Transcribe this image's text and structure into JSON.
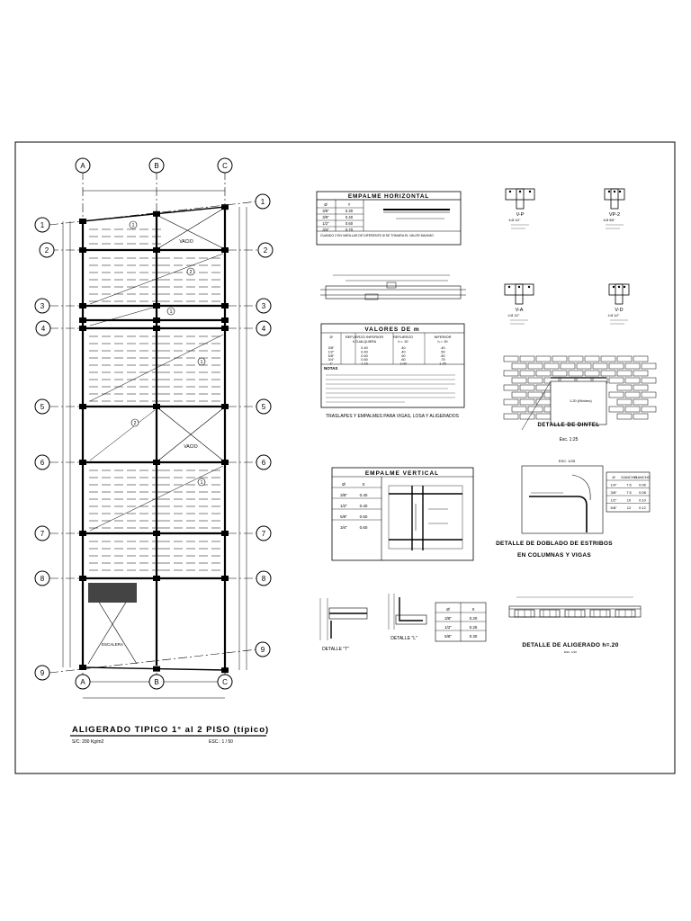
{
  "grid": {
    "columns": [
      "A",
      "B",
      "C"
    ],
    "rows": [
      "1",
      "2",
      "3",
      "4",
      "5",
      "6",
      "7",
      "8",
      "9"
    ]
  },
  "plan": {
    "title": "ALIGERADO TIPICO 1° al 2 PISO (típico)",
    "subtitle": "S/C: 200 Kg/m2",
    "scale": "ESC.: 1 / 50",
    "void_label": "VACIO",
    "stair_label": "ESCALERA",
    "callout_marks": [
      "1",
      "2",
      "1",
      "1",
      "2",
      "1"
    ]
  },
  "splice_horizontal": {
    "title": "EMPALME HORIZONTAL",
    "headers": [
      "Ø",
      "Y"
    ],
    "rows": [
      [
        "3/8\"",
        "0.30"
      ],
      [
        "3/8\"",
        "0.40"
      ],
      [
        "1/2\"",
        "0.60"
      ],
      [
        "3/4\"",
        "0.70"
      ]
    ],
    "note": "CUANDO 2 EN VARILLAS DE DIFERENTE Ø SE TOMARA EL VALOR MAXIMO"
  },
  "m_values": {
    "title": "VALORES DE m",
    "headers": [
      "Ø",
      "REFUERZO INFERIOR",
      "REFUERZO",
      "INFERIOR"
    ],
    "subheaders": [
      "",
      "h CUALQUIERA",
      "h < .30",
      "h > .30"
    ],
    "rows": [
      [
        "3/8\"",
        "0.40",
        ".40",
        ".40"
      ],
      [
        "1/2\"",
        "0.40",
        ".40",
        ".50"
      ],
      [
        "5/8\"",
        "0.50",
        ".50",
        ".60"
      ],
      [
        "3/4\"",
        "0.60",
        ".60",
        ".75"
      ],
      [
        "1\"",
        "1.15",
        "1.00",
        "1.25"
      ]
    ],
    "notes_title": "NOTAS",
    "caption": "TRASLAPES Y EMPALMES PARA VIGAS, LOSA Y ALIGERADOS"
  },
  "beams": [
    {
      "name": "V-P",
      "bar": "6 Ø 1/2\""
    },
    {
      "name": "VP-2",
      "bar": "6 Ø 5/8\""
    },
    {
      "name": "V-A",
      "bar": "4 Ø 1/2\""
    },
    {
      "name": "V-D",
      "bar": "4 Ø 1/2\""
    }
  ],
  "lintel": {
    "title": "DETALLE DE DINTEL",
    "scale": "Esc. 1:25"
  },
  "splice_vertical": {
    "title": "EMPALME VERTICAL",
    "headers": [
      "Ø",
      "X"
    ],
    "rows": [
      [
        "3/8\"",
        "0.40"
      ],
      [
        "1/2\"",
        "0.40"
      ],
      [
        "5/8\"",
        "0.50"
      ],
      [
        "3/4\"",
        "0.60"
      ]
    ]
  },
  "stirrup_bend": {
    "title_line1": "DETALLE DE DOBLADO DE ESTRIBOS",
    "title_line2": "EN COLUMNAS Y VIGAS",
    "scale": "ESC. 1/25",
    "headers": [
      "Ø",
      "GANCHO",
      "GANCHO"
    ],
    "rows": [
      [
        "1/4\"",
        "7.5",
        "0.06"
      ],
      [
        "3/8\"",
        "7.5",
        "0.08"
      ],
      [
        "1/2\"",
        "10",
        "0.10"
      ],
      [
        "5/8\"",
        "12",
        "0.12"
      ]
    ]
  },
  "details": {
    "t_label": "DETALLE \"T\"",
    "l_label": "DETALLE \"L\""
  },
  "small_table": {
    "headers": [
      "Ø",
      "X"
    ],
    "rows": [
      [
        "3/8\"",
        "0.20"
      ],
      [
        "1/2\"",
        "0.25"
      ],
      [
        "5/8\"",
        "0.30"
      ]
    ]
  },
  "slab_detail": {
    "title": "DETALLE DE ALIGERADO h=.20",
    "scale": "ESC. 1/10"
  }
}
